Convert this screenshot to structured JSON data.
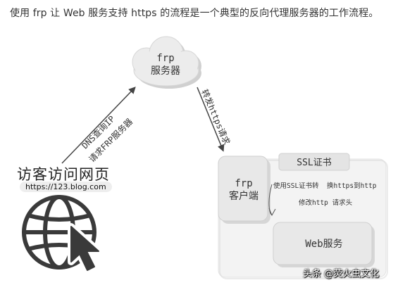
{
  "intro_text": "使用 frp 让 Web 服务支持 https 的流程是一个典型的反向代理服务器的工作流程。",
  "nodes": {
    "frp_server": {
      "line1": "frp",
      "line2": "服务器"
    },
    "frp_client": {
      "line1": "frp",
      "line2": "客户端"
    },
    "ssl_cert": "SSL证书",
    "web_service": "Web服务",
    "visitor": {
      "title": "访客访问网页",
      "url": "https://123.blog.com"
    }
  },
  "edges": {
    "dns_query": "DNS查询IP",
    "request_frp": "请求FRP服务器",
    "forward_https": "转发https请求",
    "convert_cert": "使用SSL证书转",
    "convert_protocol": "换https到http",
    "modify_header": "修改http 请求头"
  },
  "watermark": "头条 @荧火虫文化",
  "colors": {
    "shape_fill": "#e6e6e6",
    "shape_shadow": "#cfcfcf",
    "arrow": "#444444",
    "icon": "#3a3a3a"
  }
}
